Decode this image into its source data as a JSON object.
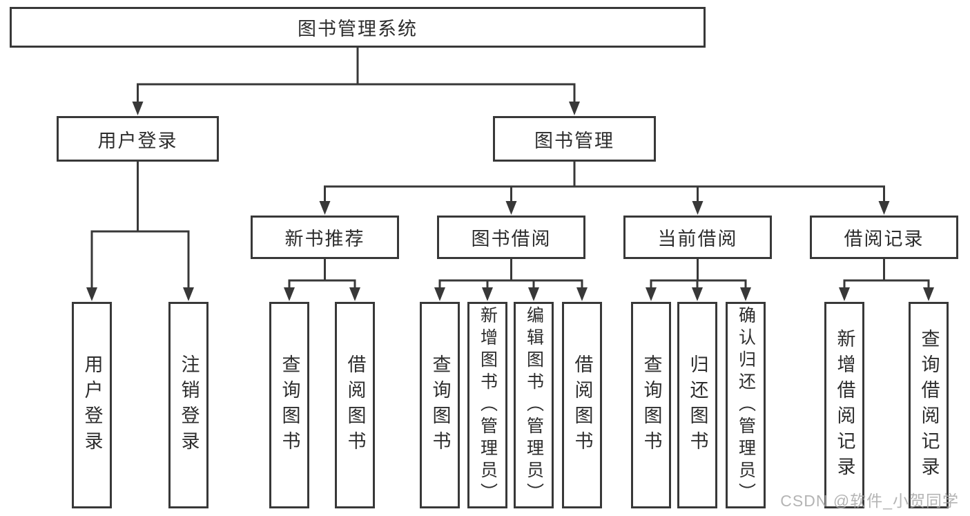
{
  "title": "图书管理系统",
  "watermark": "CSDN @软件_小贺同学",
  "colors": {
    "border": "#383838",
    "text": "#2d2d2d",
    "background": "#ffffff",
    "watermark": "#a8a8a8"
  },
  "tree": {
    "root": "图书管理系统",
    "level2": [
      {
        "label": "用户登录",
        "leaves": [
          "用户登录",
          "注销登录"
        ]
      },
      {
        "label": "图书管理",
        "sections": [
          {
            "label": "新书推荐",
            "leaves": [
              "查询图书",
              "借阅图书"
            ]
          },
          {
            "label": "图书借阅",
            "leaves": [
              "查询图书",
              "新增图书（管理员）",
              "编辑图书（管理员）",
              "借阅图书"
            ]
          },
          {
            "label": "当前借阅",
            "leaves": [
              "查询图书",
              "归还图书",
              "确认归还（管理员）"
            ]
          },
          {
            "label": "借阅记录",
            "leaves": [
              "新增借阅记录",
              "查询借阅记录"
            ]
          }
        ]
      }
    ]
  }
}
